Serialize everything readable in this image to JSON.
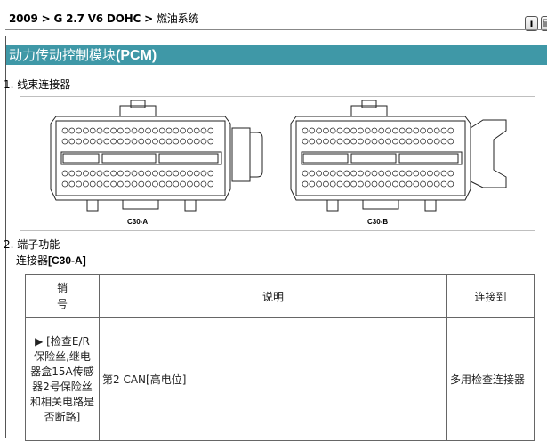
{
  "breadcrumb": {
    "year": "2009",
    "sep1": ">",
    "model": "G 2.7 V6 DOHC",
    "sep2": ">",
    "system": "燃油系统"
  },
  "toolbar": {
    "info_icon": "info-icon",
    "print_icon": "print-icon",
    "info_glyph": "i"
  },
  "page": {
    "title_cn": "动力传动控制模块",
    "title_code": "(PCM)"
  },
  "section1": {
    "label": "1. 线束连接器"
  },
  "figure": {
    "labels": [
      "C30-A",
      "C30-B"
    ]
  },
  "section2": {
    "label": "2. 端子功能",
    "connector_prefix": "连接器",
    "connector_name": "[C30-A]"
  },
  "table": {
    "headers": {
      "pin": "销号",
      "description": "说明",
      "connect_to": "连接到"
    },
    "rows": [
      {
        "pin": "▶ [检查E/R保险丝,继电器盒15A传感器2号保险丝和相关电路是否断路]",
        "description": "第2 CAN[高电位]",
        "connect_to": "多用检查连接器"
      }
    ]
  }
}
